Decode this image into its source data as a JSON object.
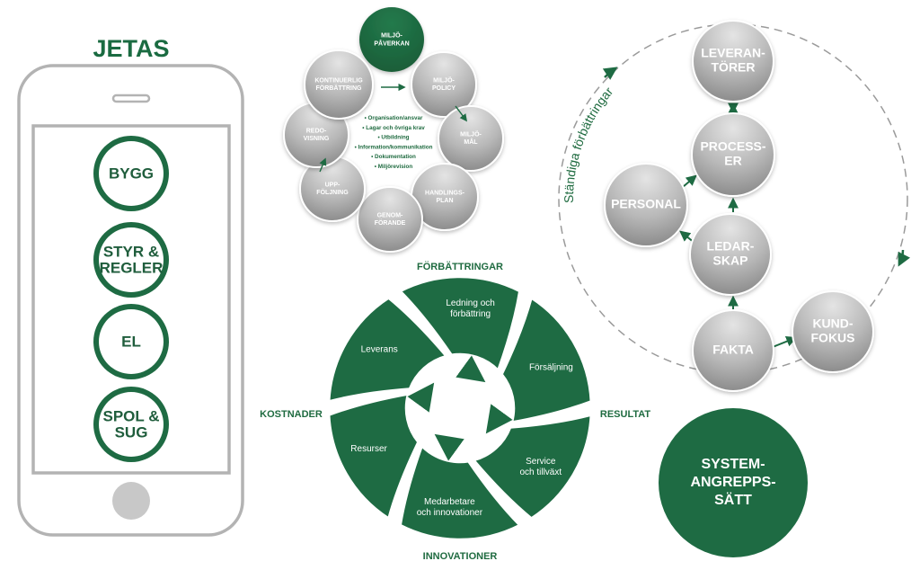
{
  "colors": {
    "green": "#1e6b43",
    "dark_green": "#1a5a38",
    "grey_light": "#d2d2d2",
    "grey_dark": "#8e8e8e",
    "phone_frame": "#b3b3b3"
  },
  "phone": {
    "title": "JETAS",
    "items": [
      [
        "BYGG"
      ],
      [
        "STYR &",
        "REGLER"
      ],
      [
        "EL"
      ],
      [
        "SPOL &",
        "SUG"
      ]
    ]
  },
  "env_cycle": {
    "top": [
      "MILJÖ-",
      "PÅVERKAN"
    ],
    "nodes": [
      [
        "MILJÖ-",
        "POLICY"
      ],
      [
        "MILJÖ-",
        "MÅL"
      ],
      [
        "HANDLINGS-",
        "PLAN"
      ],
      [
        "GENOM-",
        "FÖRANDE"
      ],
      [
        "UPP-",
        "FÖLJNING"
      ],
      [
        "REDO-",
        "VISNING"
      ],
      [
        "KONTINUERLIG",
        "FÖRBÄTTRING"
      ]
    ],
    "center_list": [
      "• Organisation/ansvar",
      "• Lagar och övriga krav",
      "• Utbildning",
      "• Information/kommunikation",
      "• Dokumentation",
      "• Miljörevision"
    ]
  },
  "wheel": {
    "top_label": "FÖRBÄTTRINGAR",
    "bottom_label": "INNOVATIONER",
    "left_label": "KOSTNADER",
    "right_label": "RESULTAT",
    "segments": [
      [
        "Ledning och",
        "förbättring"
      ],
      [
        "Försäljning"
      ],
      [
        "Service",
        "och tillväxt"
      ],
      [
        "Medarbetare",
        "och innovationer"
      ],
      [
        "Resurser"
      ],
      [
        "Leverans"
      ]
    ]
  },
  "system": {
    "arc_label": "Ständiga förbättringar",
    "nodes": {
      "leverantorer": [
        "LEVERAN-",
        "TÖRER"
      ],
      "processer": [
        "PROCESS-",
        "ER"
      ],
      "personal": [
        "PERSONAL"
      ],
      "ledarskap": [
        "LEDAR-",
        "SKAP"
      ],
      "fakta": [
        "FAKTA"
      ],
      "kundfokus": [
        "KUND-",
        "FOKUS"
      ]
    },
    "approach": [
      "SYSTEM-",
      "ANGREPPS-",
      "SÄTT"
    ]
  }
}
